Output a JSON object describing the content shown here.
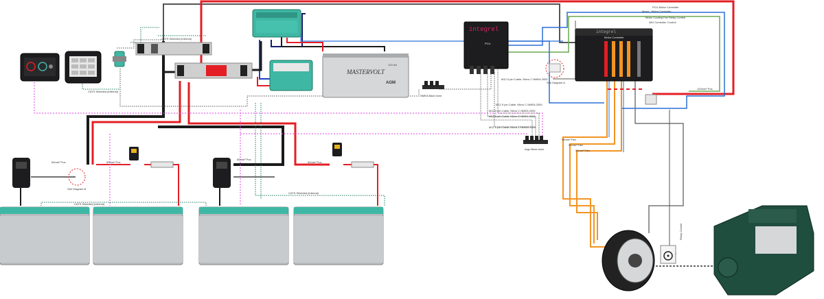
{
  "colors": {
    "positive": "#e31e24",
    "negative": "#1a1a1a",
    "canbus": "#e13fe0",
    "nmea": "#555555",
    "shielded": "#1e7a5e",
    "data_blue": "#2a6fd6",
    "data_green": "#6aa84f",
    "hv_orange": "#f39422",
    "mastervolt_teal": "#3fb7a5",
    "battery_grey": "#b9bcbf",
    "engine_green": "#1f4d3e"
  },
  "battery_bank_left": {
    "shielded_cable_label": "CATS Shielded (internal)",
    "plus_label": "50mm² Pos",
    "see_diagram": "See Diagram B"
  },
  "battery_bank_right": {
    "shielded_cable_label": "CATS Shielded (internal)",
    "plus_label": "50mm² Pos"
  },
  "distribution": {
    "shielded_label": "CATS Shielded (internal)",
    "shielded_label_2": "CATS Shielded (internal)"
  },
  "battery": {
    "brand": "MASTERVOLT",
    "spec": "12V Ah",
    "type": "AGM"
  },
  "nmea_backbone": {
    "label": "NMEA Back bone"
  },
  "pcu": {
    "brand": "integrel",
    "name": "PCU"
  },
  "see_diagram_a": "See Diagram A",
  "argo_backbone": "Argo Back bone",
  "m12_labels": [
    "M12 5 pin Cable, Micro C NMEA 2000",
    "M12 5 pin Cable, Micro C NMEA 2000",
    "M12 5 pin Cable, Micro C NMEA 2000",
    "M12 5 pin Cable, Micro C NMEA 2000",
    "M12 5 pin Cable, Micro C NMEA 2000"
  ],
  "motor_controller": {
    "brand": "integrel",
    "name": "Motor Controller",
    "wire_labels": [
      "PCU-Motor Controller",
      "Motor - Motor Controller",
      "Motor Cooling Fan Relay Control",
      "48V Controller Control"
    ],
    "cable_label": "120mm² Pos"
  },
  "hv_labels": [
    "95mm² Flex",
    "95mm² Flex",
    "95mm² Flex"
  ],
  "relay_label": "Relay Control"
}
